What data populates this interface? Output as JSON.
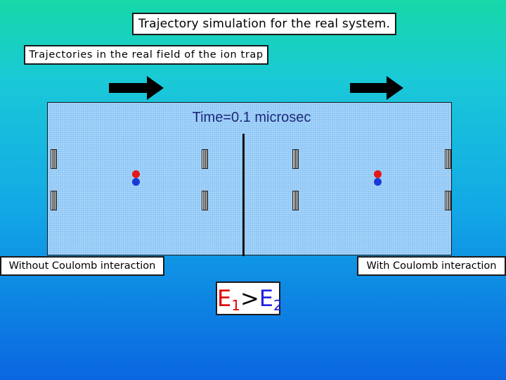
{
  "title": "Trajectory simulation for the real system.",
  "subtitle": "Trajectories in the real field of the ion trap",
  "simulation": {
    "time_label": "Time=0.1 microsec"
  },
  "labels": {
    "left": "Without Coulomb interaction",
    "right": "With Coulomb interaction"
  },
  "energy_relation": {
    "e_left": "E",
    "sub_left": "1",
    "operator": ">",
    "e_right": "E",
    "sub_right": "2"
  },
  "colors": {
    "ion_red": "#e41818",
    "ion_blue": "#1a3ad8",
    "field_background": "#8dc6f6",
    "energy_e1": "#e00000",
    "energy_e2": "#2020e0"
  },
  "icons": [
    "right-arrow-icon",
    "right-arrow-icon"
  ]
}
